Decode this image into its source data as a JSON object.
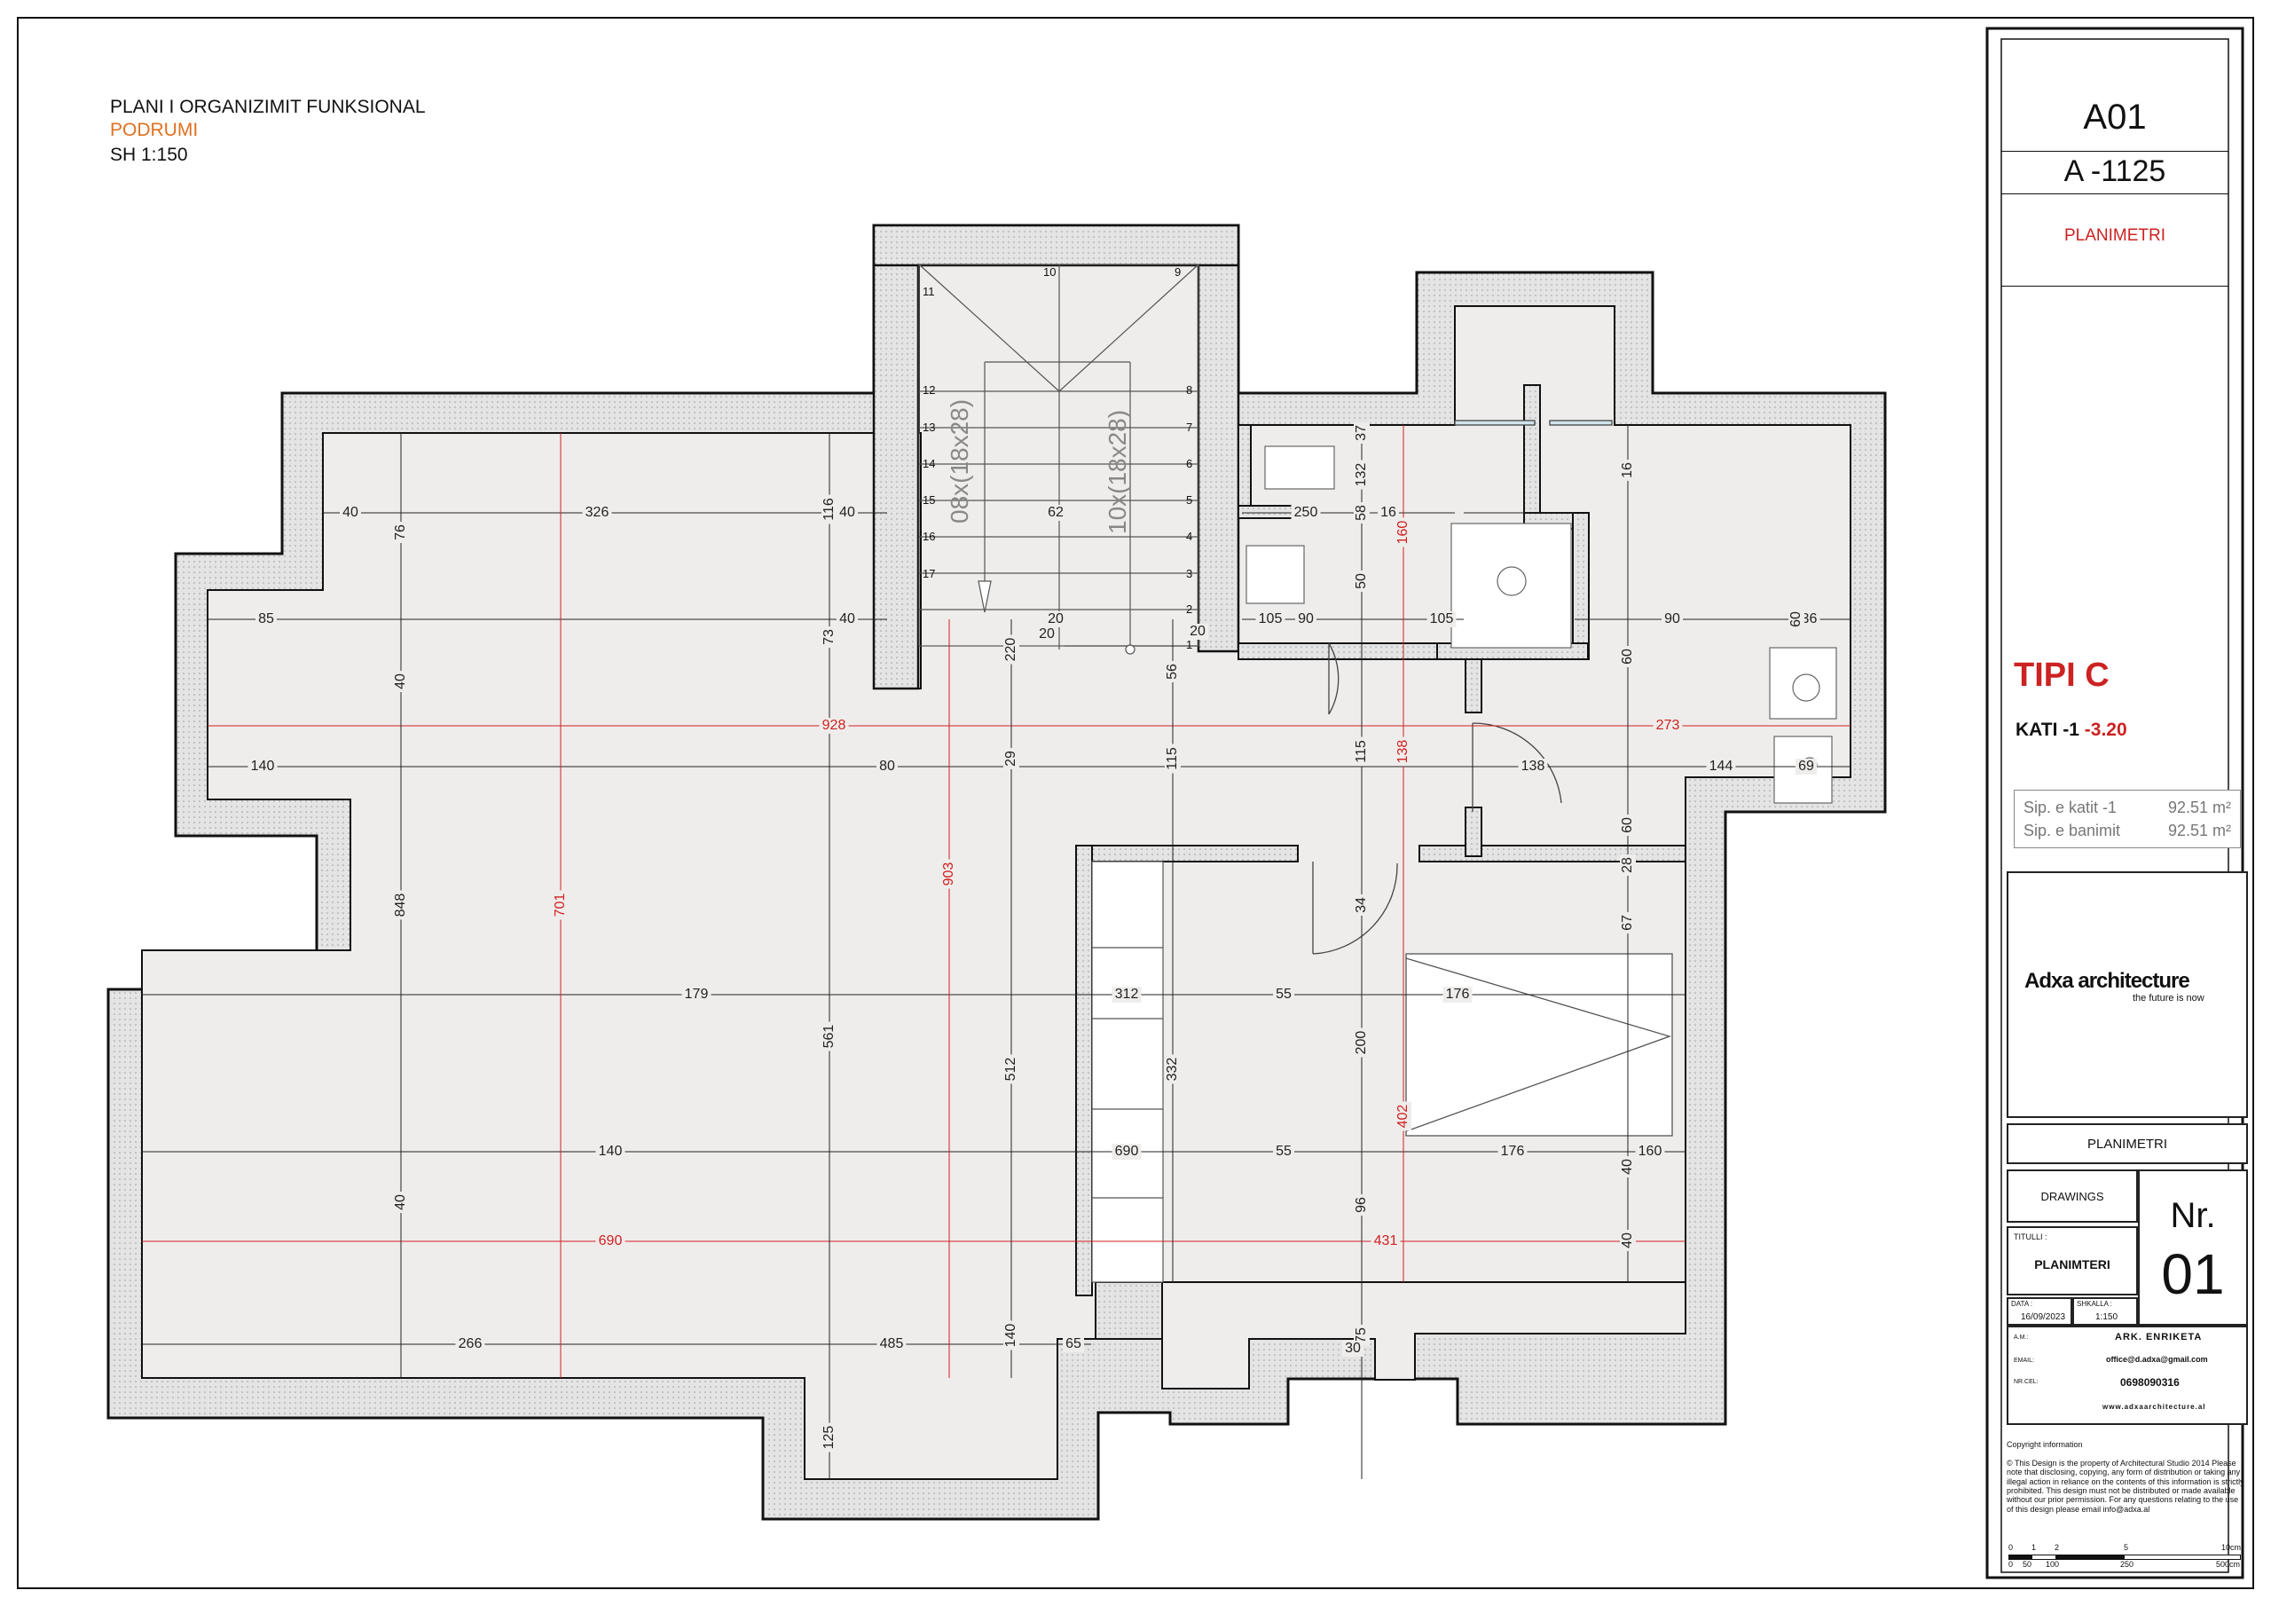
{
  "header": {
    "title": "PLANI I ORGANIZIMIT FUNKSIONAL",
    "subtitle": "PODRUMI",
    "scale": "SH  1:150"
  },
  "titleblock": {
    "sheet_code": "A01",
    "project_code": "A -1125",
    "section_label": "PLANIMETRI",
    "type_title": "TIPI C",
    "floor_label": "KATI -1",
    "floor_level": "-3.20",
    "area_rows": [
      {
        "label": "Sip. e katit -1",
        "value": "92.51 m²"
      },
      {
        "label": "Sip. e banimit",
        "value": "92.51 m²"
      }
    ],
    "brand_name": "Adxa architecture",
    "brand_tagline": "the future is now",
    "planimetri_box": "PLANIMETRI",
    "drawings_label": "DRAWINGS",
    "nr_label": "Nr.",
    "nr_value": "01",
    "titulli_label": "TITULLI :",
    "titulli_value": "PLANIMTERI",
    "data_label": "DATA :",
    "data_value": "16/09/2023",
    "shkalla_label": "SHKALLA :",
    "shkalla_value": "1:150",
    "contacts": [
      {
        "label": "A.M.:",
        "value": "ARK. ENRIKETA"
      },
      {
        "label": "EMAIL:",
        "value": "office@d.adxa@gmail.com"
      },
      {
        "label": "NR.CEL:",
        "value": "0698090316"
      },
      {
        "label": "",
        "value": "www.adxaarchitecture.al"
      }
    ],
    "copyright_title": "Copyright information",
    "copyright_text": "© This Design is the property of  Architectural Studio 2014 Please note that disclosing, copying, any form of distribution or taking any illegal action in reliance on the contents of this information is strictly prohibited. This design must not be distributed or made available without our prior permission. For any questions relating to the use of this design  please email info@adxa.al",
    "scalebar_top": [
      "0",
      "1",
      "2",
      "5",
      "10cm"
    ],
    "scalebar_bottom": [
      "0",
      "50",
      "100",
      "250",
      "500cm"
    ]
  },
  "stairs": {
    "left_flight_label": "08x(18x28)",
    "right_flight_label": "10x(18x28)",
    "step_numbers": [
      "1",
      "2",
      "3",
      "4",
      "5",
      "6",
      "7",
      "8",
      "9",
      "10",
      "11",
      "12",
      "13",
      "14",
      "15",
      "16",
      "17"
    ]
  },
  "dimensions": {
    "black": [
      "40",
      "326",
      "40",
      "116",
      "40",
      "76",
      "40",
      "85",
      "73",
      "40",
      "140",
      "80",
      "848",
      "179",
      "561",
      "512",
      "332",
      "312",
      "55",
      "176",
      "200",
      "140",
      "690",
      "55",
      "176",
      "160",
      "40",
      "40",
      "266",
      "485",
      "140",
      "65",
      "125",
      "75",
      "30",
      "96",
      "105",
      "90",
      "50",
      "105",
      "90",
      "136",
      "60",
      "250",
      "58",
      "16",
      "132",
      "37",
      "16",
      "60",
      "220",
      "56",
      "29",
      "115",
      "115",
      "138",
      "144",
      "69",
      "60",
      "28",
      "34",
      "67",
      "40",
      "62",
      "20",
      "20",
      "20"
    ],
    "red": [
      "928",
      "273",
      "701",
      "903",
      "160",
      "138",
      "402",
      "690",
      "431"
    ]
  },
  "colors": {
    "wall_hatch": "#d9d9d9",
    "floor_fill": "#f0eeec",
    "dim_black": "#222222",
    "dim_red": "#d02020",
    "title_red": "#cc2222",
    "subtitle_orange": "#e07020"
  }
}
